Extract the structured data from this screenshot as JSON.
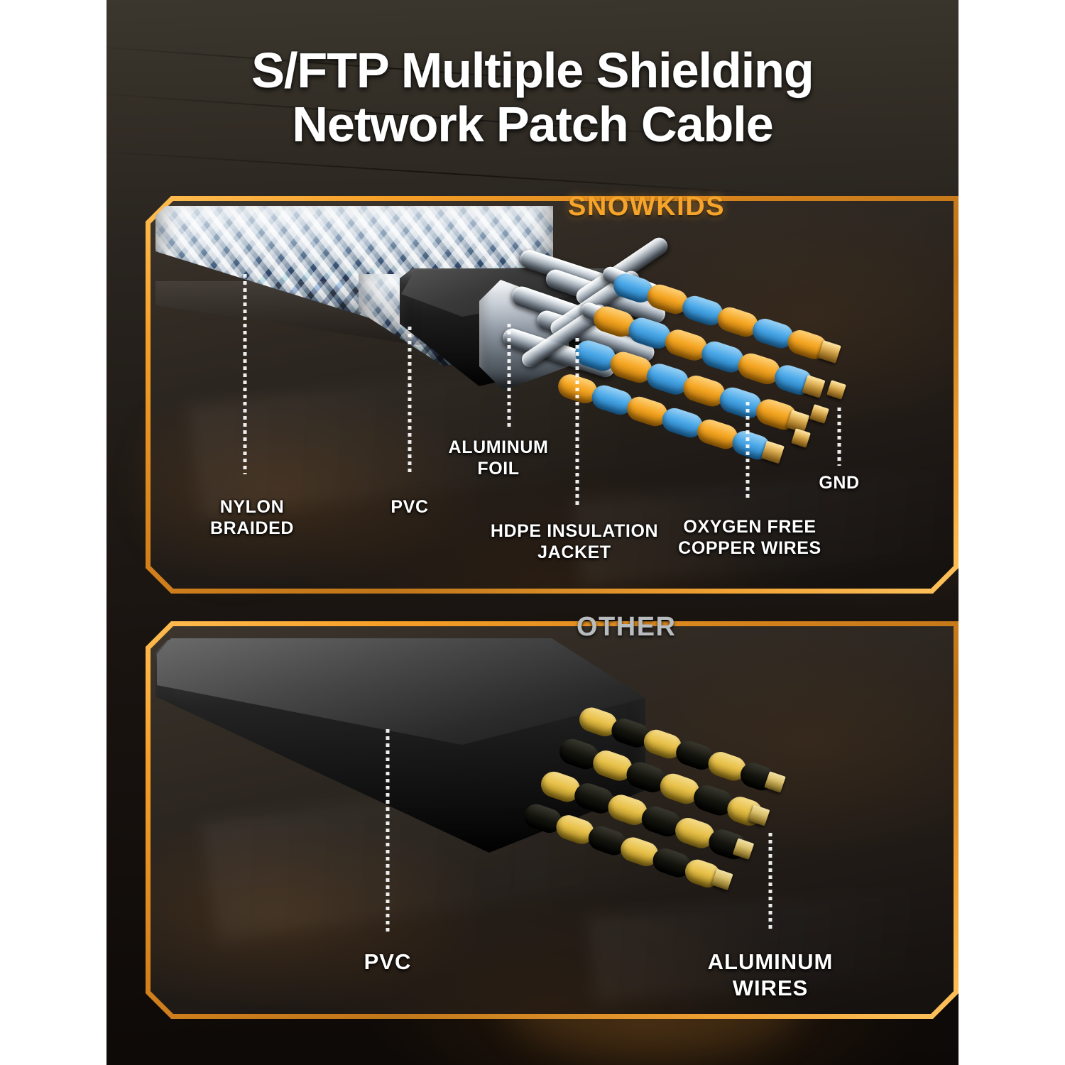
{
  "title": {
    "line1": "S/FTP Multiple Shielding",
    "line2": "Network Patch Cable"
  },
  "panels": [
    {
      "id": "snowkids",
      "tag": "SNOWKIDS",
      "tag_color": "#f7a42b",
      "callouts": [
        {
          "id": "nylon-braided",
          "label": "NYLON\nBRAIDED"
        },
        {
          "id": "pvc",
          "label": "PVC"
        },
        {
          "id": "aluminum-foil",
          "label": "ALUMINUM\nFOIL"
        },
        {
          "id": "hdpe-insulation",
          "label": "HDPE INSULATION\nJACKET"
        },
        {
          "id": "oxygen-free-copper",
          "label": "OXYGEN FREE\nCOPPER WIRES"
        },
        {
          "id": "gnd",
          "label": "GND"
        }
      ]
    },
    {
      "id": "other",
      "tag": "OTHER",
      "tag_color": "#b9bcbe",
      "callouts": [
        {
          "id": "pvc",
          "label": "PVC"
        },
        {
          "id": "aluminum-wires",
          "label": "ALUMINUM WIRES"
        }
      ]
    }
  ],
  "theme": {
    "frame_orange": "#f7a028",
    "frame_orange_light": "#ffc45e",
    "panel_dark": "#2c2620",
    "wire_blue": "#4ba8e8",
    "wire_orange": "#f5a623",
    "wire_yellow": "#e8c14a",
    "wire_black": "#15150f",
    "copper": "#e3b55c",
    "silver": "#dfe5ea",
    "text_white": "#ffffff"
  }
}
